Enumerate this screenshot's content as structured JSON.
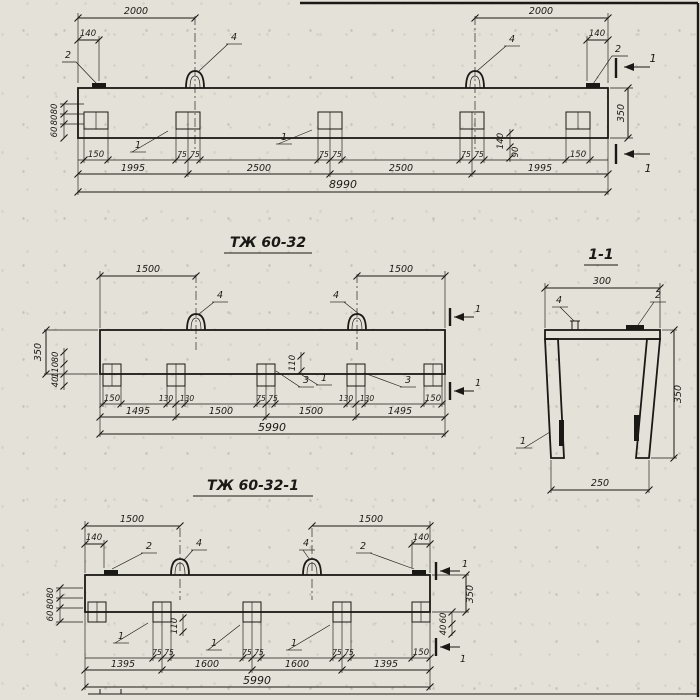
{
  "view1": {
    "dim_2000_l": "2000",
    "dim_2000_r": "2000",
    "dim_140_l": "140",
    "dim_140_r": "140",
    "lbl_2_l": "2",
    "lbl_2_r": "2",
    "lbl_4_l": "4",
    "lbl_4_r": "4",
    "lbl_1_top": "1",
    "lbl_1_bot": "1",
    "lbl_1_p2": "1",
    "lbl_1_p3": "1",
    "side_80a": "80",
    "side_80b": "80",
    "side_60": "60",
    "dim_350": "350",
    "dim_140_v": "140",
    "dim_90_v": "90",
    "dim_150_l": "150",
    "dim_150_r": "150",
    "p2_75a": "75",
    "p2_75b": "75",
    "p3_75a": "75",
    "p3_75b": "75",
    "p4_75a": "75",
    "p4_75b": "75",
    "span_1995_l": "1995",
    "span_2500_l": "2500",
    "span_2500_r": "2500",
    "span_1995_r": "1995",
    "total": "8990"
  },
  "view2": {
    "title": "ТЖ 60-32",
    "dim_1500_l": "1500",
    "dim_1500_r": "1500",
    "lbl_4_l": "4",
    "lbl_4_r": "4",
    "lbl_1_top": "1",
    "lbl_1_bot": "1",
    "lbl_3_a": "3",
    "lbl_3_b": "3",
    "lbl_1_mid": "1",
    "dim_350": "350",
    "side_80": "80",
    "side_110": "110",
    "side_40": "40",
    "mid_110": "110",
    "dim_150_l": "150",
    "dim_150_r": "150",
    "p2_130a": "130",
    "p2_130b": "130",
    "p3_75a": "75",
    "p3_75b": "75",
    "p4_130a": "130",
    "p4_130b": "130",
    "span_1495_l": "1495",
    "span_1500_l": "1500",
    "span_1500_r": "1500",
    "span_1495_r": "1495",
    "total": "5990"
  },
  "section": {
    "title": "1-1",
    "dim_300": "300",
    "dim_350": "350",
    "dim_250": "250",
    "lbl_4": "4",
    "lbl_2": "2",
    "lbl_1": "1"
  },
  "view3": {
    "title": "ТЖ 60-32-1",
    "dim_1500_l": "1500",
    "dim_1500_r": "1500",
    "dim_140_l": "140",
    "dim_140_r": "140",
    "lbl_2_l": "2",
    "lbl_2_r": "2",
    "lbl_4_l": "4",
    "lbl_4_r": "4",
    "lbl_1_top": "1",
    "lbl_1_bot": "1",
    "lbl_1_p2": "1",
    "lbl_1_p3": "1",
    "lbl_1_p4": "1",
    "side_80a": "80",
    "side_80b": "80",
    "side_60": "60",
    "side_60r": "60",
    "side_40r": "40",
    "mid_110": "110",
    "dim_350": "350",
    "p2_75a": "75",
    "p2_75b": "75",
    "p3_75a": "75",
    "p3_75b": "75",
    "p4_75a": "75",
    "p4_75b": "75",
    "dim_150_r": "150",
    "span_1395_l": "1395",
    "span_1600_l": "1600",
    "span_1600_r": "1600",
    "span_1395_r": "1395",
    "total": "5990"
  }
}
